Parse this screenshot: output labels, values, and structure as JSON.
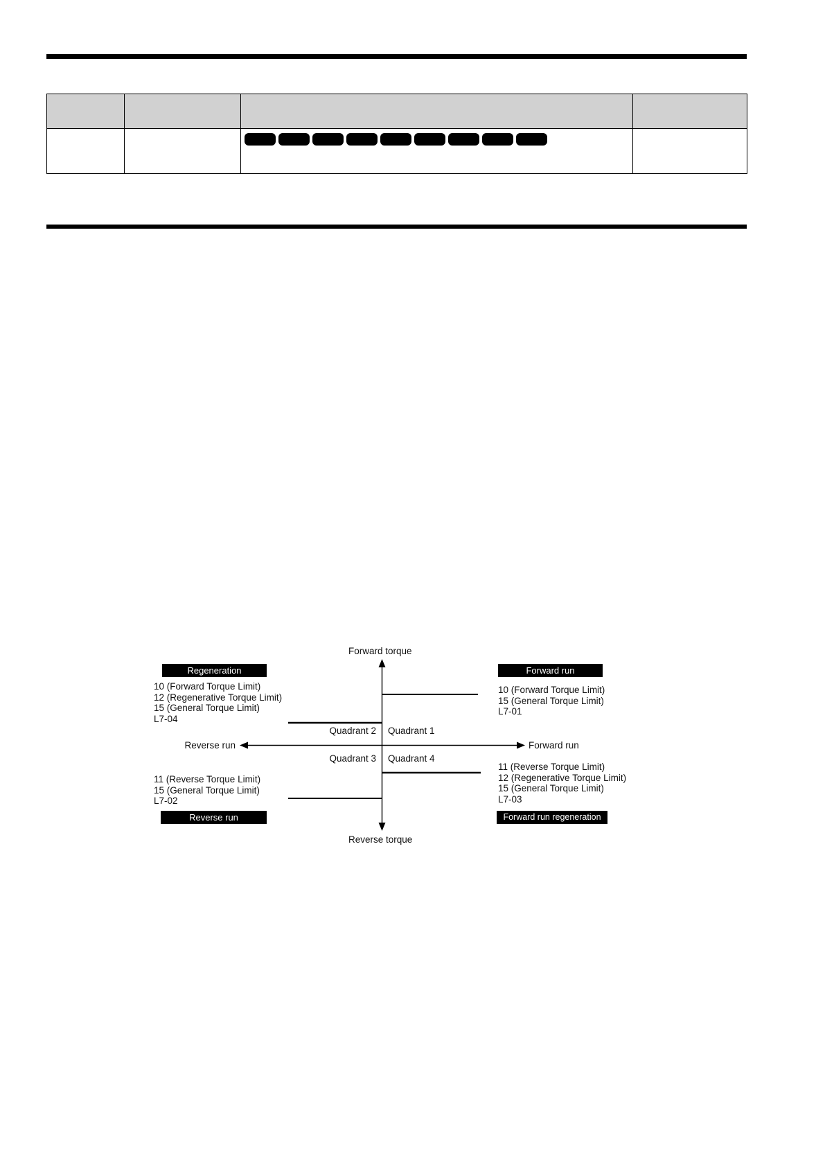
{
  "table": {
    "headers": [
      "",
      "",
      "",
      ""
    ],
    "body_row": {
      "cells": [
        "",
        "",
        "",
        ""
      ]
    },
    "redaction": {
      "count": 9,
      "color": "#000000"
    },
    "header_bg": "#d1d1d1"
  },
  "diagram": {
    "axis": {
      "top_label": "Forward torque",
      "bottom_label": "Reverse torque",
      "left_label": "Reverse run",
      "right_label": "Forward run"
    },
    "quadrants": {
      "q1": "Quadrant 1",
      "q2": "Quadrant 2",
      "q3": "Quadrant 3",
      "q4": "Quadrant 4"
    },
    "boxes": {
      "top_left": "Regeneration",
      "top_right": "Forward run",
      "bottom_left": "Reverse run",
      "bottom_right": "Forward run regeneration"
    },
    "blocks": {
      "top_left": [
        "10 (Forward Torque Limit)",
        "12 (Regenerative Torque Limit)",
        "15 (General Torque Limit)",
        "L7-04"
      ],
      "top_right": [
        "10 (Forward Torque Limit)",
        "15 (General Torque Limit)",
        "L7-01"
      ],
      "bottom_left": [
        "11 (Reverse Torque Limit)",
        "15 (General Torque Limit)",
        "L7-02"
      ],
      "bottom_right": [
        "11 (Reverse Torque Limit)",
        "12 (Regenerative Torque Limit)",
        "15 (General Torque Limit)",
        "L7-03"
      ]
    },
    "colors": {
      "label_box_bg": "#000000",
      "label_box_text": "#ffffff",
      "line": "#000000"
    }
  }
}
